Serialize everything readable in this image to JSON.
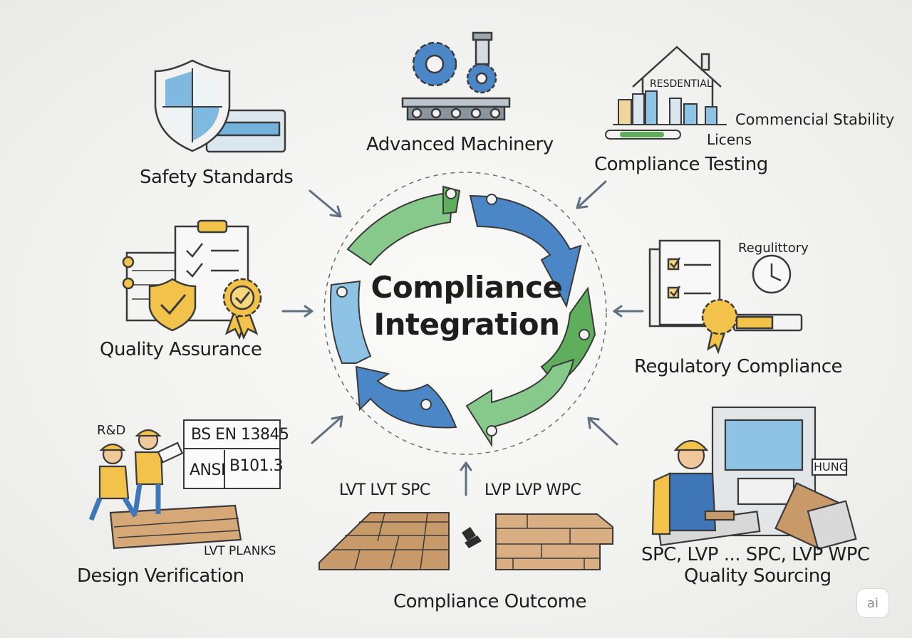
{
  "center": {
    "line1": "Compliance",
    "line2": "Integration"
  },
  "nodes": {
    "safety": "Safety Standards",
    "machinery": "Advanced Machinery",
    "testing": "Compliance Testing",
    "quality": "Quality Assurance",
    "regulatory": "Regulatory Compliance",
    "design": "Design Verification",
    "sourcing_line1": "SPC, LVP ... SPC, LVP WPC",
    "sourcing_line2": "Quality Sourcing",
    "outcome": "Compliance Outcome"
  },
  "small_labels": {
    "residential": "RESDENTIAL",
    "commercial": "Commencial Stability",
    "licens": "Licens",
    "regulittory": "Regulittory",
    "rd": "R&D",
    "bs_en": "BS EN 13845",
    "ansi": "ANSI",
    "b101": "B101.3",
    "lvt_planks": "LVT PLANKS",
    "hung": "HUNG"
  },
  "outcome_labels": {
    "left": "LVT  LVT  SPC",
    "right": "LVP   LVP  WPC"
  },
  "badge": "ai",
  "colors": {
    "green": "#5fae5c",
    "blue": "#3f76b8",
    "light_blue": "#8fc3e6",
    "gold": "#f2c24a",
    "wood": "#c89a6a",
    "ink": "#3d3d3d"
  }
}
